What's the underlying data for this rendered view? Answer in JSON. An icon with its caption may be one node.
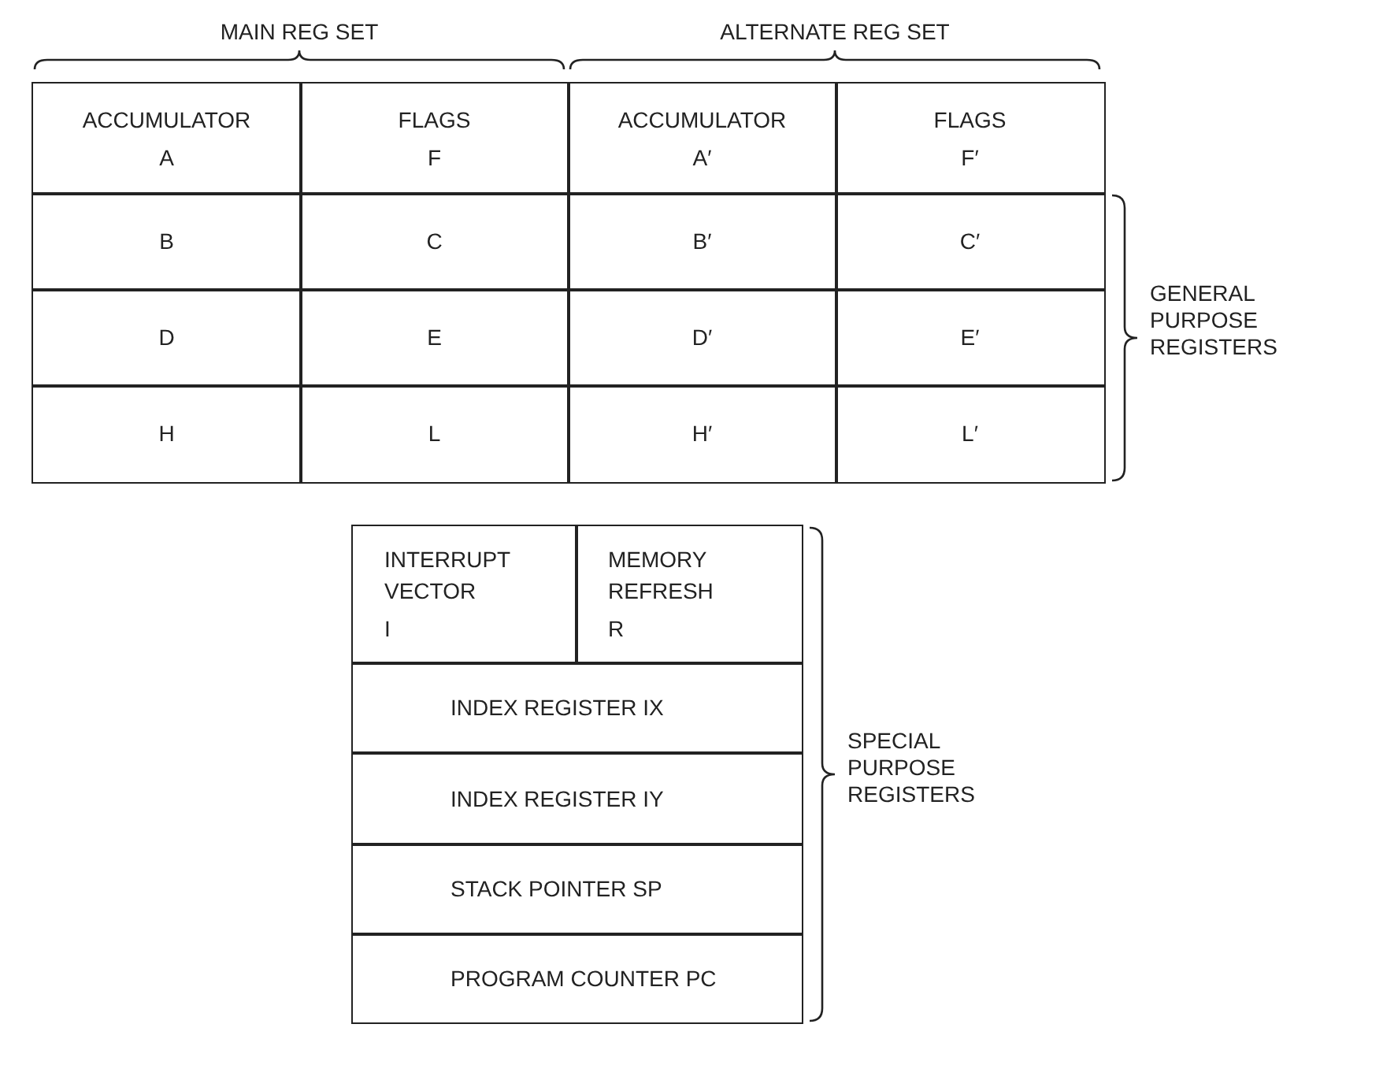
{
  "diagram": {
    "nodes": [
      {
        "text": [
          "ACCUMULATOR",
          "A"
        ]
      },
      {
        "text": [
          "FLAGS",
          "F"
        ]
      },
      {
        "text": [
          "ACCUMULATOR",
          "A′"
        ]
      },
      {
        "text": [
          "FLAGS",
          "F′"
        ]
      },
      {
        "text": [
          "B"
        ]
      },
      {
        "text": [
          "C"
        ]
      },
      {
        "text": [
          "B′"
        ]
      },
      {
        "text": [
          "C′"
        ]
      },
      {
        "text": [
          "D"
        ]
      },
      {
        "text": [
          "E"
        ]
      },
      {
        "text": [
          "D′"
        ]
      },
      {
        "text": [
          "E′"
        ]
      },
      {
        "text": [
          "H"
        ]
      },
      {
        "text": [
          "L"
        ]
      },
      {
        "text": [
          "H′"
        ]
      },
      {
        "text": [
          "L′"
        ]
      },
      {
        "text": [
          "INTERRUPT VECTOR",
          "I"
        ]
      },
      {
        "text": [
          "MEMORY REFRESH",
          "R"
        ]
      },
      {
        "text": [
          "INDEX REGISTER IX"
        ]
      },
      {
        "text": [
          "INDEX REGISTER IY"
        ]
      },
      {
        "text": [
          "STACK POINTER SP"
        ]
      },
      {
        "text": [
          "PROGRAM COUNTER PC"
        ]
      }
    ],
    "labels": [
      "MAIN REG SET",
      "ALTERNATE REG SET",
      "GENERAL PURPOSE REGISTERS",
      "SPECIAL PURPOSE REGISTERS"
    ]
  }
}
